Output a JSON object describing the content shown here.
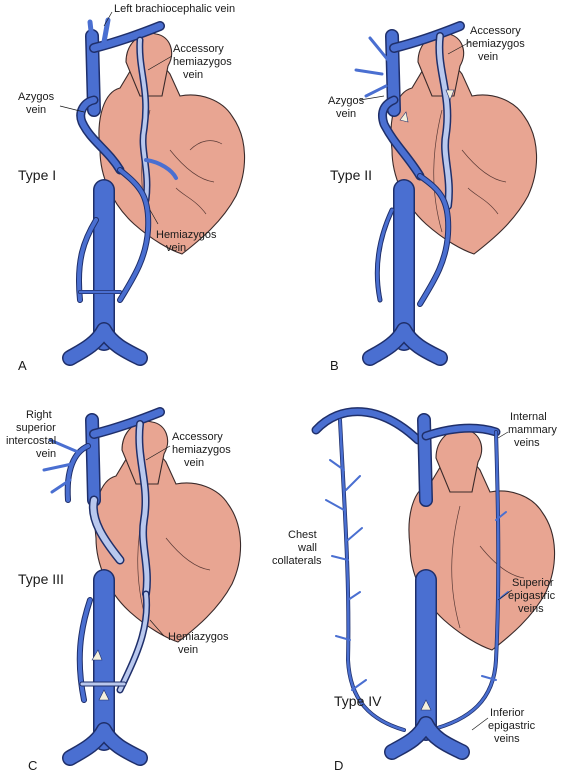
{
  "colors": {
    "vein": "#4a6fd1",
    "vein_outline": "#1f2f6a",
    "vein_light": "#b9c8ee",
    "heart": "#e8a592",
    "heart_shadow": "#c8867a",
    "arrow": "#f4f0dc"
  },
  "panels": [
    {
      "letter": "A",
      "type_label": "Type I",
      "labels": {
        "left_brachiocephalic": "Left brachiocephalic vein",
        "accessory_hemiazygos": [
          "Accessory",
          "hemiazygos",
          "vein"
        ],
        "azygos": [
          "Azygos",
          "vein"
        ],
        "hemiazygos": [
          "Hemiazygos",
          "vein"
        ]
      }
    },
    {
      "letter": "B",
      "type_label": "Type II",
      "labels": {
        "accessory_hemiazygos": [
          "Accessory",
          "hemiazygos",
          "vein"
        ],
        "azygos": [
          "Azygos",
          "vein"
        ]
      }
    },
    {
      "letter": "C",
      "type_label": "Type III",
      "labels": {
        "right_superior_intercostal": [
          "Right",
          "superior",
          "intercostal",
          "vein"
        ],
        "accessory_hemiazygos": [
          "Accessory",
          "hemiazygos",
          "vein"
        ],
        "hemiazygos": [
          "Hemiazygos",
          "vein"
        ]
      }
    },
    {
      "letter": "D",
      "type_label": "Type IV",
      "labels": {
        "internal_mammary": [
          "Internal",
          "mammary",
          "veins"
        ],
        "chest_wall": [
          "Chest",
          "wall",
          "collaterals"
        ],
        "superior_epigastric": [
          "Superior",
          "epigastric",
          "veins"
        ],
        "inferior_epigastric": [
          "Inferior",
          "epigastric",
          "veins"
        ]
      }
    }
  ]
}
